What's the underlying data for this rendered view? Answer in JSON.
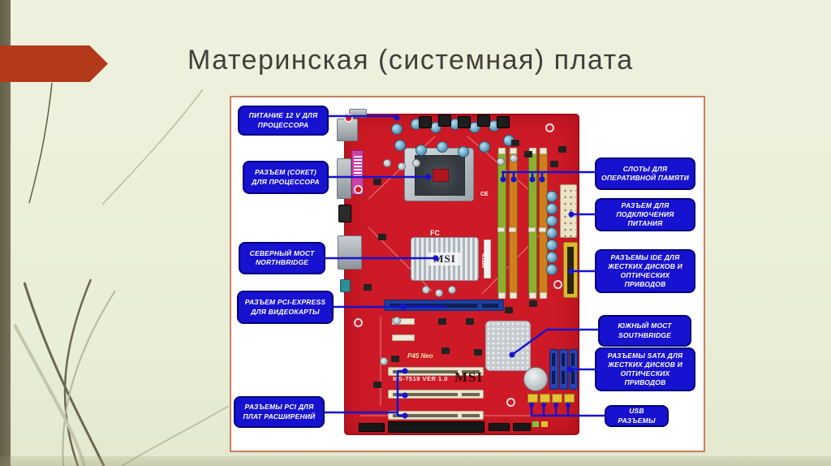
{
  "slide": {
    "title": "Материнская (системная) плата",
    "background_color": "#eaeeda",
    "sidebar_color": "#6e6952",
    "arrow_color": "#b23a1a",
    "panel_border_color": "#cd7e5f"
  },
  "labels": {
    "box_color": "#1712cf",
    "line_color": "#1712cf",
    "text_color": "#ffffff",
    "items": [
      {
        "text": "ПИТАНИЕ  12 V  ДЛЯ ПРОЦЕССОРА"
      },
      {
        "text": "РАЗЪЕМ  (СОКЕТ) ДЛЯ  ПРОЦЕССОРА"
      },
      {
        "text": "СЕВЕРНЫЙ  МОСТ NORTHBRIDGE"
      },
      {
        "text": "РАЗЪЕМ  PCI-EXPRESS ДЛЯ  ВИДЕОКАРТЫ"
      },
      {
        "text": "РАЗЪЕМЫ  PCI  ДЛЯ ПЛАТ  РАСШИРЕНИЙ"
      },
      {
        "text": "СЛОТЫ  ДЛЯ ОПЕРАТИВНОЙ  ПАМЯТИ"
      },
      {
        "text": "РАЗЪЕМ  ДЛЯ ПОДКЛЮЧЕНИЯ ПИТАНИЯ"
      },
      {
        "text": "РАЗЪЕМЫ  IDE  ДЛЯ ЖЕСТКИХ  ДИСКОВ  И ОПТИЧЕСКИХ  ПРИВОДОВ"
      },
      {
        "text": "ЮЖНЫЙ  МОСТ SOUTHBRIDGE"
      },
      {
        "text": "РАЗЪЕМЫ  SATA  ДЛЯ ЖЕСТКИХ  ДИСКОВ  И ОПТИЧЕСКИХ  ПРИВОДОВ"
      },
      {
        "text": "USB  РАЗЪЕМЫ"
      }
    ]
  },
  "board": {
    "pcb_color": "#cd1a26",
    "brand_logo": "MSI",
    "heatsink_logo": "MSI",
    "model_text": "MS-7519 VER 1.0",
    "chipset_text": "P45 Neo",
    "fcc_mark": "FC",
    "ce_mark": "CE",
    "n_mark": "N1996"
  }
}
